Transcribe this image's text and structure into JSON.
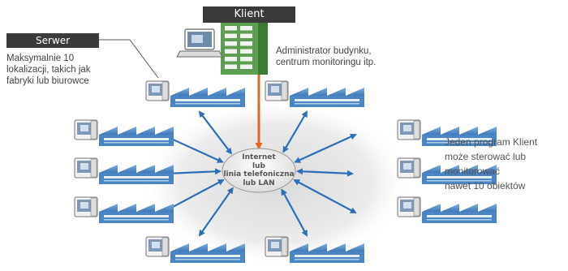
{
  "client": {
    "label": "Klient",
    "description_line1": "Administrator budynku,",
    "description_line2": "centrum monitoringu itp."
  },
  "server": {
    "label": "Serwer",
    "description_line1": "Maksymalnie 10",
    "description_line2": "lokalizacji, takich jak",
    "description_line3": "fabryki lub biurowce"
  },
  "network": {
    "line1": "Internet",
    "line2": "lub",
    "line3": "linia telefoniczna",
    "line4": "lub LAN"
  },
  "note": {
    "line1": "Jeden program Klient",
    "line2": "może sterować lub",
    "line3": "monitorować",
    "line4": "nawet 10 obiektów"
  },
  "colors": {
    "label_bg": "#3a3a3a",
    "arrow_blue": "#2e6fb5",
    "arrow_orange": "#e0662a",
    "building_green": "#5aa84a",
    "site_blue": "#4b86c4"
  },
  "icons": {
    "client": "office-building-with-computer-icon",
    "site": "factory-with-computer-icon"
  },
  "site_count": 10
}
